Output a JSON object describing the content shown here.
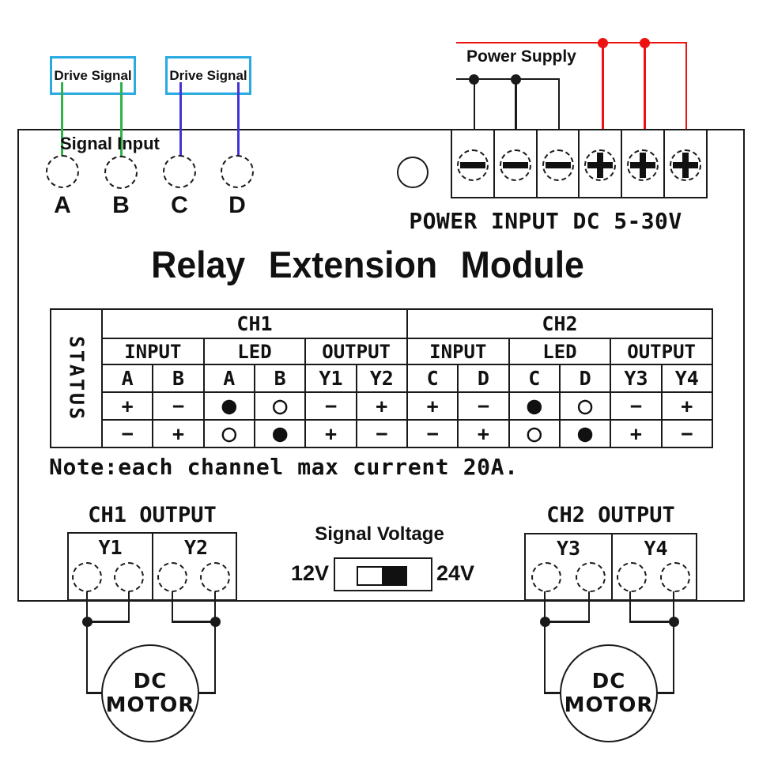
{
  "colors": {
    "cyan": "#29abe2",
    "green": "#2db34a",
    "blue": "#4434d6",
    "red": "#ee1111",
    "ink": "#1a1a1a"
  },
  "drive_signals": [
    {
      "label": "Drive Signal"
    },
    {
      "label": "Drive Signal"
    }
  ],
  "signal_input": {
    "title": "Signal Input",
    "terminals": [
      "A",
      "B",
      "C",
      "D"
    ]
  },
  "power_supply": {
    "label": "Power Supply",
    "caption": "POWER INPUT DC 5-30V",
    "terminals": [
      "minus-terminal",
      "minus-terminal",
      "minus-terminal",
      "plus-terminal",
      "plus-terminal",
      "plus-terminal"
    ]
  },
  "title": "Relay Extension Module",
  "status_table": {
    "corner": "STATUS",
    "channels": [
      {
        "name": "CH1",
        "groups": [
          "INPUT",
          "LED",
          "OUTPUT"
        ],
        "columns": [
          "A",
          "B",
          "A",
          "B",
          "Y1",
          "Y2"
        ]
      },
      {
        "name": "CH2",
        "groups": [
          "INPUT",
          "LED",
          "OUTPUT"
        ],
        "columns": [
          "C",
          "D",
          "C",
          "D",
          "Y3",
          "Y4"
        ]
      }
    ],
    "rows": [
      [
        "+",
        "−",
        "●",
        "○",
        "−",
        "+",
        "+",
        "−",
        "●",
        "○",
        "−",
        "+"
      ],
      [
        "−",
        "+",
        "○",
        "●",
        "+",
        "−",
        "−",
        "+",
        "○",
        "●",
        "+",
        "−"
      ]
    ]
  },
  "note": "Note:each channel max current 20A.",
  "outputs": [
    {
      "title": "CH1 OUTPUT",
      "relays": [
        "Y1",
        "Y2"
      ]
    },
    {
      "title": "CH2 OUTPUT",
      "relays": [
        "Y3",
        "Y4"
      ]
    }
  ],
  "signal_voltage": {
    "title": "Signal Voltage",
    "left": "12V",
    "right": "24V"
  },
  "motors": [
    {
      "line1": "DC",
      "line2": "MOTOR"
    },
    {
      "line1": "DC",
      "line2": "MOTOR"
    }
  ]
}
